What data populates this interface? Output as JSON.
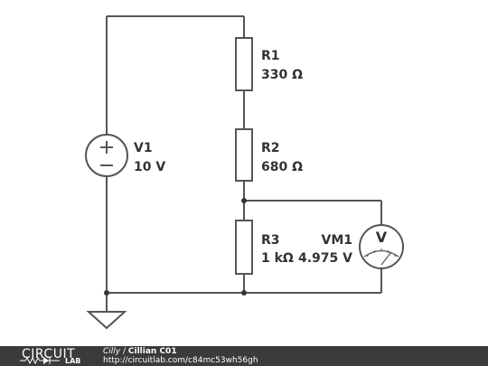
{
  "components": {
    "r1": {
      "name": "R1",
      "value": "330 Ω"
    },
    "r2": {
      "name": "R2",
      "value": "680 Ω"
    },
    "r3": {
      "name": "R3",
      "value": "1 kΩ"
    },
    "v1": {
      "name": "V1",
      "value": "10 V"
    },
    "vm1": {
      "name": "VM1",
      "value": "4.975 V",
      "symbol": "V"
    }
  },
  "footer": {
    "logo_top": "CIRCUIT",
    "logo_bottom": "LAB",
    "author": "Cilly",
    "separator": " / ",
    "title": "Cillian C01",
    "url": "http://circuitlab.com/c84mc53wh56gh"
  }
}
